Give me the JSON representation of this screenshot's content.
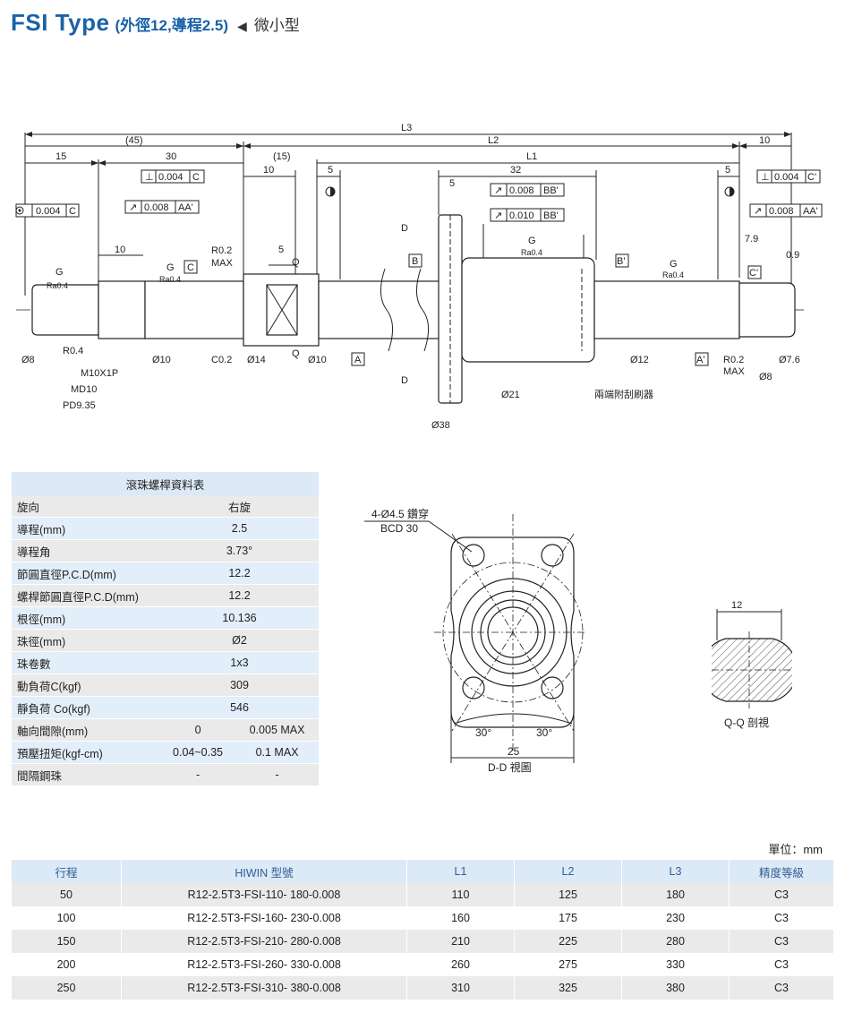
{
  "title": {
    "main": "FSI Type",
    "sub": "(外徑12,導程2.5)",
    "arrow": "◀",
    "tail": "微小型"
  },
  "drawing": {
    "dims_top": [
      "L3",
      "L2",
      "L1",
      "10",
      "(45)",
      "15",
      "30",
      "(15)",
      "10",
      "5",
      "32",
      "5",
      "5",
      "5"
    ],
    "tolerances": {
      "conc": "0.004",
      "conc_ref": "C",
      "perp1": "0.004",
      "perp1_ref": "C",
      "run1": "0.008",
      "run1_ref": "AA'",
      "run2": "0.008",
      "run2_ref": "BB'",
      "run3": "0.010",
      "run3_ref": "BB'",
      "perp2": "0.004",
      "perp2_ref": "C'",
      "run4": "0.008",
      "run4_ref": "AA'"
    },
    "labels": {
      "g": "G",
      "ra": "Ra0.4",
      "c": "C",
      "b": "B",
      "bp": "B'",
      "a": "A",
      "ap": "A'",
      "cp": "C'",
      "d": "D",
      "q": "Q",
      "r02max": "R0.2",
      "max": "MAX",
      "r04": "R0.4",
      "c02": "C0.2",
      "d14": "Ø14",
      "d10": "Ø10",
      "d8": "Ø8",
      "d10b": "Ø10",
      "d12": "Ø12",
      "d21": "Ø21",
      "d38": "Ø38",
      "d76": "Ø7.6",
      "d8b": "Ø8",
      "m10": "M10X1P",
      "md10": "MD10",
      "pd935": "PD9.35",
      "seventynine": "7.9",
      "zeroninetynine": "0.9",
      "wiper": "兩端附刮刷器",
      "dim10": "10",
      "dim5": "5"
    }
  },
  "spec_table": {
    "title": "滾珠螺桿資料表",
    "rows": [
      {
        "k": "旋向",
        "v1": "右旋",
        "v2": ""
      },
      {
        "k": "導程(mm)",
        "v1": "2.5",
        "v2": ""
      },
      {
        "k": "導程角",
        "v1": "3.73°",
        "v2": ""
      },
      {
        "k": "節圓直徑P.C.D(mm)",
        "v1": "12.2",
        "v2": ""
      },
      {
        "k": "螺桿節圓直徑P.C.D(mm)",
        "v1": "12.2",
        "v2": ""
      },
      {
        "k": "根徑(mm)",
        "v1": "10.136",
        "v2": ""
      },
      {
        "k": "珠徑(mm)",
        "v1": "Ø2",
        "v2": ""
      },
      {
        "k": "珠卷數",
        "v1": "1x3",
        "v2": ""
      },
      {
        "k": "動負荷C(kgf)",
        "v1": "309",
        "v2": ""
      },
      {
        "k": "靜負荷 Co(kgf)",
        "v1": "546",
        "v2": ""
      },
      {
        "k": "軸向間隙(mm)",
        "v1": "0",
        "v2": "0.005 MAX"
      },
      {
        "k": "預壓扭矩(kgf-cm)",
        "v1": "0.04~0.35",
        "v2": "0.1 MAX"
      },
      {
        "k": "間隔鋼珠",
        "v1": "-",
        "v2": "-"
      }
    ]
  },
  "dd_view": {
    "hole": "4-Ø4.5 鑽穿",
    "bcd": "BCD 30",
    "angle1": "30°",
    "angle2": "30°",
    "width": "25",
    "caption": "D-D 視圖"
  },
  "qq_view": {
    "dim": "12",
    "caption": "Q-Q 剖視"
  },
  "unit": "單位：mm",
  "model_table": {
    "headers": [
      "行程",
      "HIWIN 型號",
      "L1",
      "L2",
      "L3",
      "精度等級"
    ],
    "rows": [
      [
        "50",
        "R12-2.5T3-FSI-110- 180-0.008",
        "110",
        "125",
        "180",
        "C3"
      ],
      [
        "100",
        "R12-2.5T3-FSI-160- 230-0.008",
        "160",
        "175",
        "230",
        "C3"
      ],
      [
        "150",
        "R12-2.5T3-FSI-210- 280-0.008",
        "210",
        "225",
        "280",
        "C3"
      ],
      [
        "200",
        "R12-2.5T3-FSI-260- 330-0.008",
        "260",
        "275",
        "330",
        "C3"
      ],
      [
        "250",
        "R12-2.5T3-FSI-310- 380-0.008",
        "310",
        "325",
        "380",
        "C3"
      ]
    ]
  }
}
